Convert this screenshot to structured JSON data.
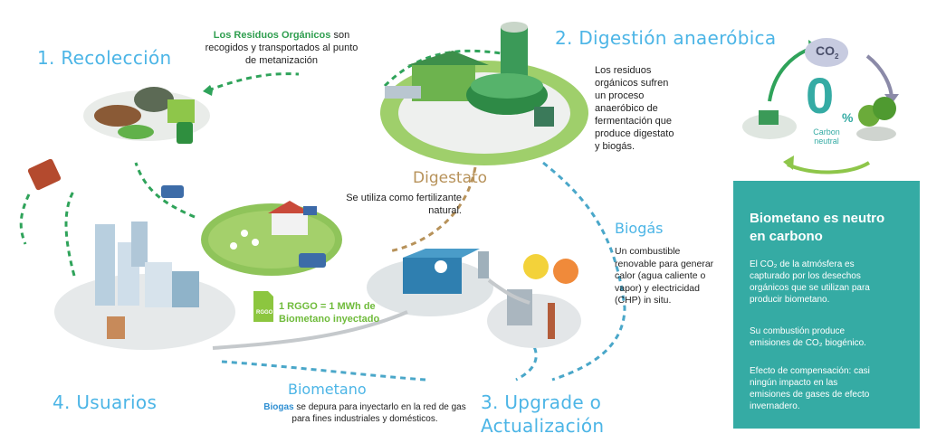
{
  "steps": {
    "recoleccion": "1. Recolección",
    "digestion": "2. Digestión anaeróbica",
    "upgrade_line1": "3. Upgrade o",
    "upgrade_line2": "Actualización",
    "usuarios": "4. Usuarios"
  },
  "collection_note": {
    "highlight": "Los Residuos Orgánicos",
    "line1_rest": " son",
    "line2": "recogidos y transportados al punto",
    "line3": "de metanización"
  },
  "digestion_note": [
    "Los residuos",
    "orgánicos sufren",
    "un proceso",
    "anaeróbico de",
    "fermentación  que",
    "produce digestato",
    "y biogás."
  ],
  "digestato": {
    "title": "Digestato",
    "line1": "Se utiliza como fertilizante",
    "line2": "natural."
  },
  "biogas": {
    "title": "Biogás",
    "lines": [
      "Un combustible",
      "renovable para generar",
      "calor (agua caliente o",
      "vapor) y electricidad",
      "(CHP) in situ."
    ]
  },
  "biometano": {
    "title": "Biometano",
    "highlight": "Biogas",
    "line1_rest": " se depura para inyectarlo en la red de gas",
    "line2": "para fines industriales y domésticos."
  },
  "rggo": {
    "badge": "RGGO",
    "line1": "1 RGGO = 1 MWh de",
    "line2": "Biometano inyectado"
  },
  "carbon": {
    "co2": "CO",
    "co2_sub": "2",
    "zero": "0",
    "percent": "%",
    "label1": "Carbon",
    "label2": "neutral"
  },
  "panel": {
    "title_line1": "Biometano es neutro",
    "title_line2": "en carbono",
    "p1": [
      "El CO₂ de la atmósfera es",
      "capturado por los desechos",
      "orgánicos que se utilizan para",
      "producir biometano."
    ],
    "p2": [
      "Su combustión produce",
      "emisiones de CO₂ biogénico."
    ],
    "p3": [
      "Efecto de compensación: casi",
      "ningún impacto en las",
      "emisiones de gases de efecto",
      "invernadero."
    ]
  },
  "colors": {
    "step_blue": "#4cb5e6",
    "panel_teal": "#35aba4",
    "green": "#2f9e4f",
    "digestato_brown": "#b7925a"
  }
}
